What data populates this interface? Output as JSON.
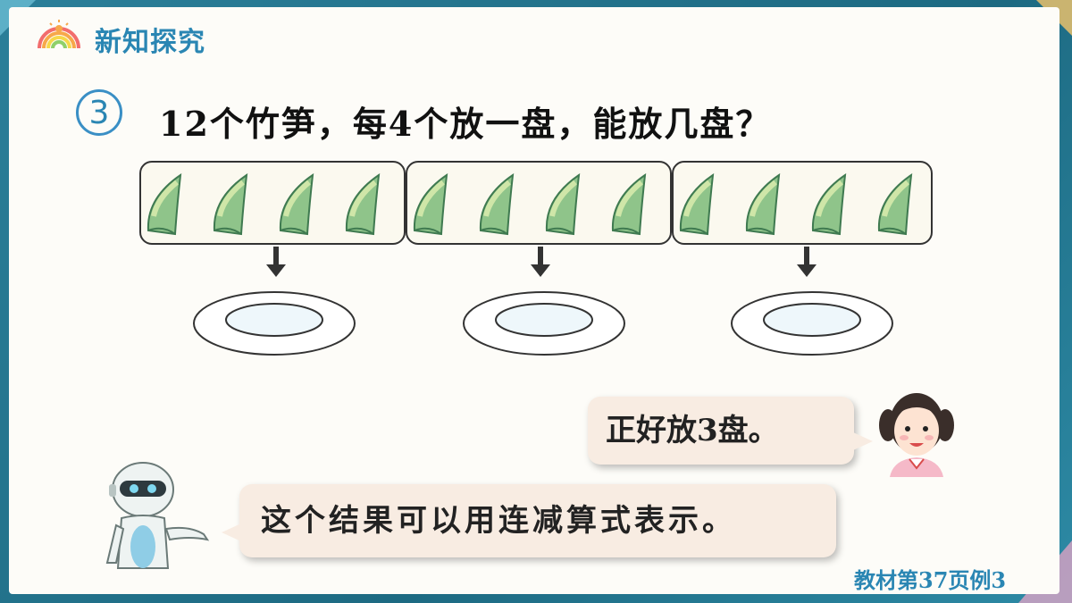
{
  "header": {
    "section_title": "新知探究"
  },
  "problem": {
    "number": "3",
    "question": "12个竹笋，每4个放一盘，能放几盘？"
  },
  "illustration": {
    "groups": 3,
    "items_per_group": 4
  },
  "dialogue": {
    "girl_speech": "正好放3盘。",
    "robot_speech": "这个结果可以用连减算式表示。"
  },
  "footer": {
    "reference": "教材第37页例3"
  },
  "colors": {
    "accent": "#2a86b3",
    "bamboo_shoot": "#8fc48a",
    "bubble": "#f8ece2"
  }
}
